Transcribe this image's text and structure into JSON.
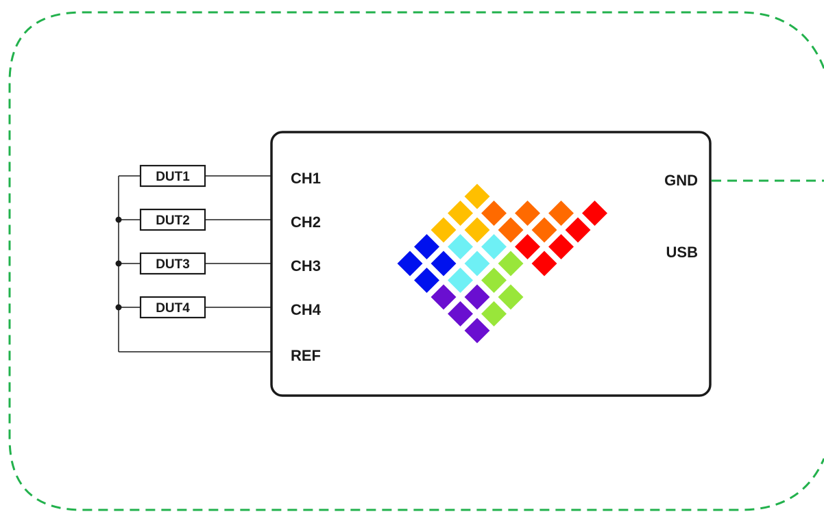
{
  "enclosure": {
    "style": "dashed",
    "color": "#22b14c"
  },
  "duts": [
    {
      "label": "DUT1"
    },
    {
      "label": "DUT2"
    },
    {
      "label": "DUT3"
    },
    {
      "label": "DUT4"
    }
  ],
  "device": {
    "pins_left": [
      {
        "label": "CH1"
      },
      {
        "label": "CH2"
      },
      {
        "label": "CH3"
      },
      {
        "label": "CH4"
      },
      {
        "label": "REF"
      }
    ],
    "pins_right": [
      {
        "label": "GND"
      },
      {
        "label": "USB"
      }
    ],
    "logo": {
      "name": "device-logo",
      "colors": {
        "blue": "#0011ee",
        "purple": "#6a0fd0",
        "cyan": "#6ef0f5",
        "yellow": "#ffbf00",
        "green": "#99e63a",
        "orange": "#ff6a00",
        "red": "#ff0000"
      }
    }
  },
  "colors": {
    "wire": "#1a1a1a",
    "ground_wire": "#22b14c"
  }
}
